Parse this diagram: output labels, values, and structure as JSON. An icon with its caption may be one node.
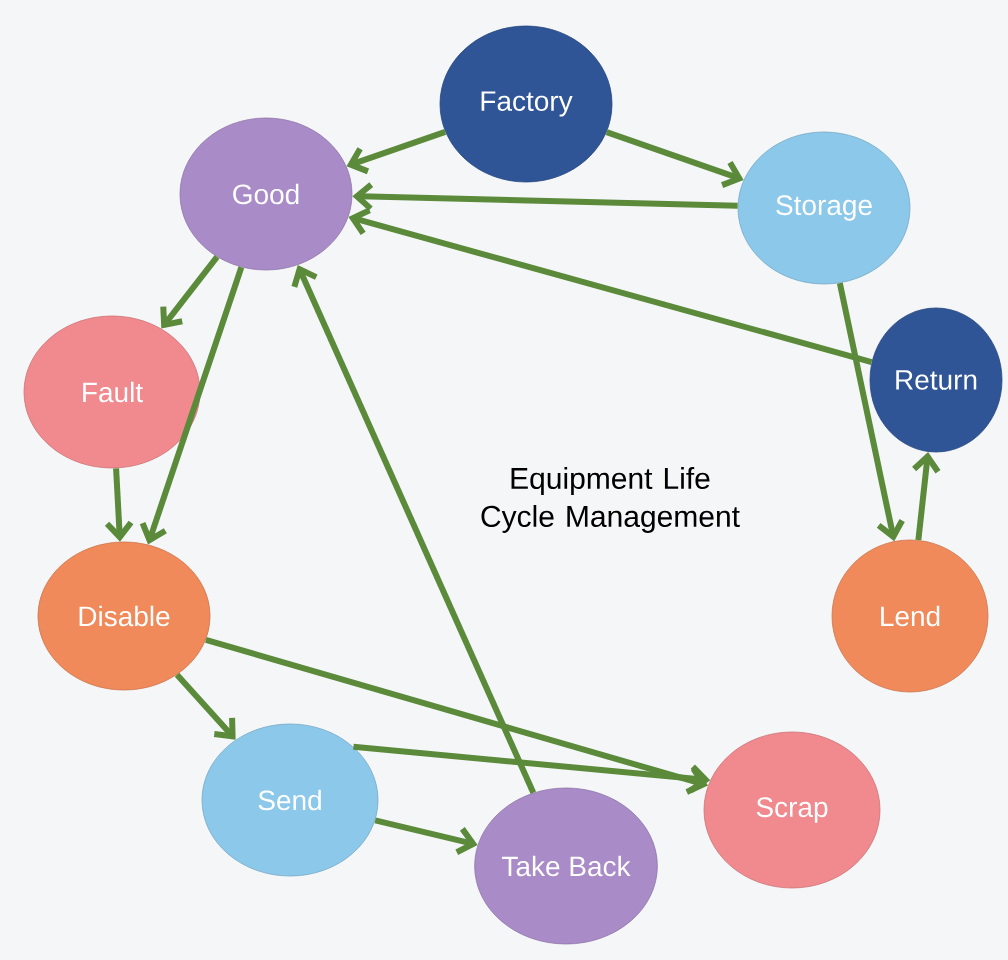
{
  "diagram": {
    "nodes": [
      {
        "text": [
          "Factory"
        ]
      },
      {
        "text": [
          "Good"
        ]
      },
      {
        "text": [
          "Storage"
        ]
      },
      {
        "text": [
          "Return"
        ]
      },
      {
        "text": [
          "Fault"
        ]
      },
      {
        "text": [
          "Disable"
        ]
      },
      {
        "text": [
          "Lend"
        ]
      },
      {
        "text": [
          "Send"
        ]
      },
      {
        "text": [
          "Take Back"
        ]
      },
      {
        "text": [
          "Scrap"
        ]
      }
    ],
    "edges": [
      {
        "from": 0,
        "to": 1,
        "arrow": "to"
      },
      {
        "from": 0,
        "to": 2,
        "arrow": "to"
      },
      {
        "from": 2,
        "to": 1,
        "arrow": "to"
      },
      {
        "from": 3,
        "to": 1,
        "arrow": "to"
      },
      {
        "from": 1,
        "to": 4,
        "arrow": "to"
      },
      {
        "from": 1,
        "to": 5,
        "arrow": "to"
      },
      {
        "from": 4,
        "to": 5,
        "arrow": "to"
      },
      {
        "from": 2,
        "to": 6,
        "arrow": "to"
      },
      {
        "from": 6,
        "to": 3,
        "arrow": "to"
      },
      {
        "from": 5,
        "to": 9,
        "arrow": "to"
      },
      {
        "from": 5,
        "to": 7,
        "arrow": "to"
      },
      {
        "from": 7,
        "to": 9,
        "arrow": "to"
      },
      {
        "from": 7,
        "to": 8,
        "arrow": "to"
      },
      {
        "from": 8,
        "to": 1,
        "arrow": "to"
      }
    ],
    "labels": [
      "Equipment Life Cycle Management"
    ]
  }
}
